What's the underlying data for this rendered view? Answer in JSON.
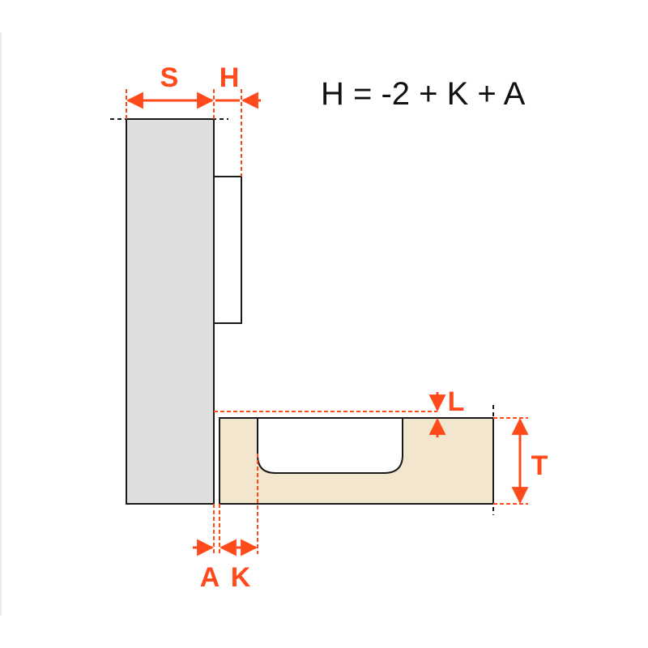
{
  "formula": "H = -2 + K + A",
  "labels": {
    "s": "S",
    "h": "H",
    "l": "L",
    "t": "T",
    "a": "A",
    "k": "K"
  },
  "colors": {
    "dimension": "#ff4a1c",
    "side_panel": "#dddedd",
    "door_panel": "#f2e6cf",
    "outline": "#1a1a1a",
    "frame_line": "#d0d0d0"
  }
}
